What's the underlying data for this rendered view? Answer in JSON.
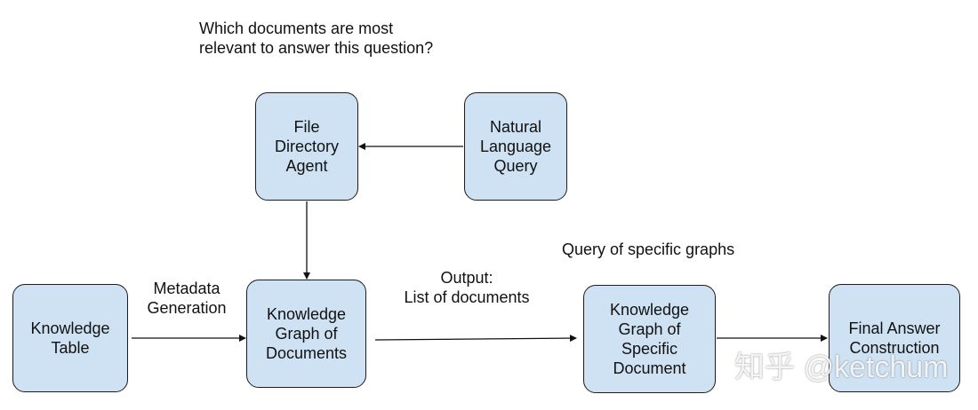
{
  "annotations": {
    "question": "Which documents are most\nrelevant to answer this question?",
    "metadata": "Metadata\nGeneration",
    "output": "Output:\nList of documents",
    "query_graphs": "Query of specific graphs"
  },
  "nodes": {
    "file_directory_agent": "File\nDirectory\nAgent",
    "natural_language_query": "Natural\nLanguage\nQuery",
    "knowledge_table": "Knowledge\nTable",
    "knowledge_graph_documents": "Knowledge\nGraph of\nDocuments",
    "knowledge_graph_specific": "Knowledge\nGraph of\nSpecific\nDocument",
    "final_answer": "Final Answer\nConstruction"
  },
  "watermark": "知乎 @ketchum",
  "colors": {
    "node_fill": "#cfe2f3",
    "node_border": "#1c1c1c",
    "edge": "#111111"
  }
}
